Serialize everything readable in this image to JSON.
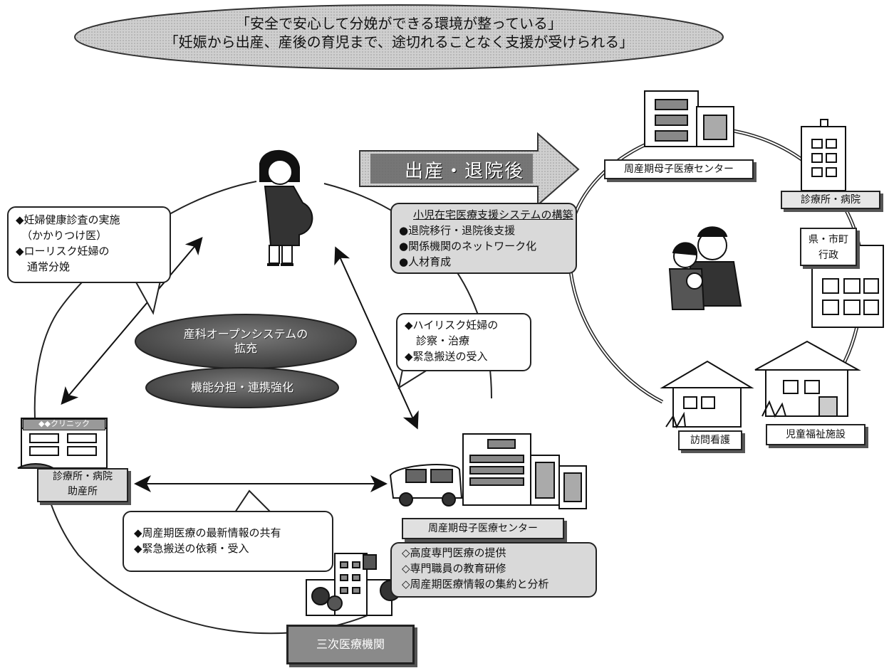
{
  "banner_ellipse": {
    "line1": "「安全で安心して分娩ができる環境が整っている」",
    "line2": "「妊娠から出産、産後の育児まで、途切れることなく支援が受けられる」"
  },
  "postnatal_arrow": "出産・退院後",
  "callout_pregnant": {
    "items": [
      "◆妊婦健康診査の実施",
      "（かかりつけ医）",
      "◆ローリスク妊婦の",
      "通常分娩"
    ]
  },
  "home_care_box": {
    "title": "小児在宅医療支援システムの構築",
    "items": [
      "●退院移行・退院後支援",
      "●関係機関のネットワーク化",
      "●人材育成"
    ]
  },
  "callout_highrisk": {
    "items": [
      "◆ハイリスク妊婦の",
      "診察・治療",
      "◆緊急搬送の受入"
    ]
  },
  "center_ellipses": {
    "open_system": [
      "産科オープンシステムの",
      "拡充"
    ],
    "cooperation": "機能分担・連携強化"
  },
  "labels": {
    "perinatal_center_top": "周産期母子医療センター",
    "clinic_hospital_right": "診療所・病院",
    "government": [
      "県・市町",
      "行政"
    ],
    "home_nursing": "訪問看護",
    "child_welfare": "児童福祉施設",
    "clinic_sign": "◆◆クリニック",
    "clinic_midwife": [
      "診療所・病院",
      "助産所"
    ],
    "perinatal_center_bottom": "周産期母子医療センター",
    "tertiary": "三次医療機関"
  },
  "callout_sharing": {
    "items": [
      "◆周産期医療の最新情報の共有",
      "◆緊急搬送の依頼・受入"
    ]
  },
  "center_services": {
    "items": [
      "◇高度専門医療の提供",
      "◇専門職員の教育研修",
      "◇周産期医療情報の集約と分析"
    ]
  },
  "colors": {
    "dark_ellipse": "#555555",
    "light_gray": "#d9d9d9",
    "line": "#222222"
  }
}
